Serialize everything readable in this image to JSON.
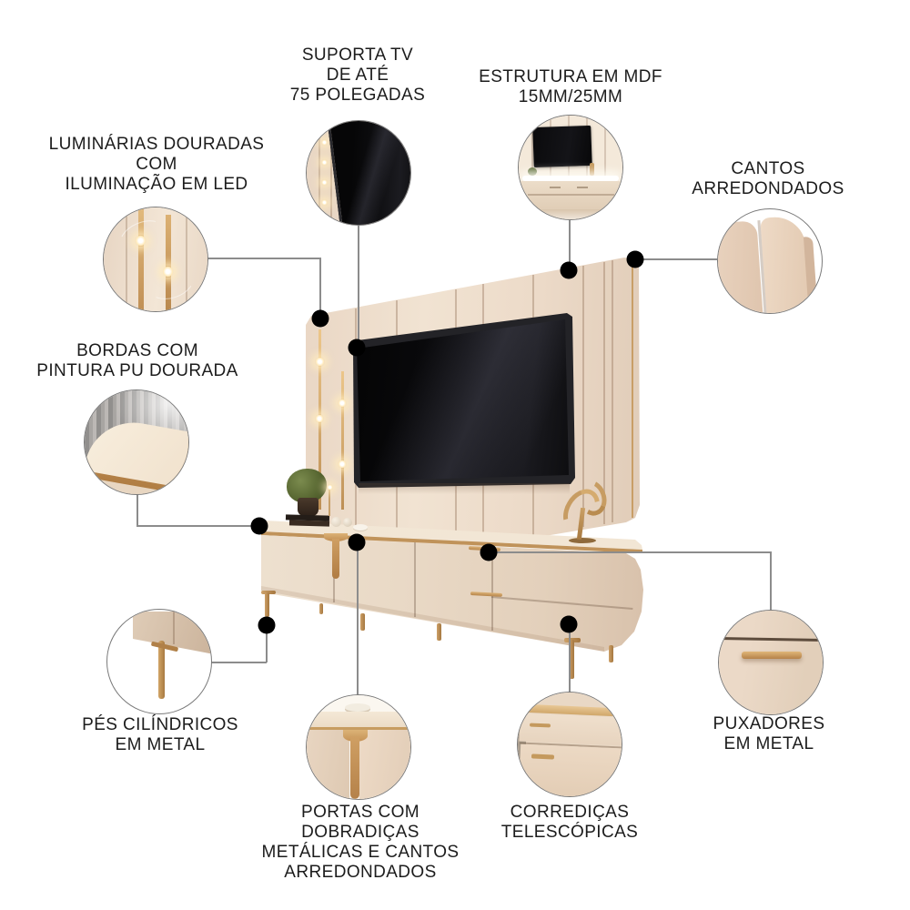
{
  "product": {
    "name": "painel-com-rack-para-tv",
    "colors": {
      "background": "#ffffff",
      "text": "#1c1c1c",
      "connector_line": "#8c8c8c",
      "connector_dot": "#000000",
      "panel_cream": "#ecdac8",
      "cabinet_cream": "#e6d5c2",
      "gold_accent": "#c49a62",
      "tv_black": "#0a0a0c"
    }
  },
  "callouts": {
    "suporta_tv": {
      "label": "SUPORTA TV\nDE ATÉ\n75 POLEGADAS"
    },
    "estrutura_mdf": {
      "label": "ESTRUTURA EM MDF\n15MM/25MM"
    },
    "luminarias": {
      "label": "LUMINÁRIAS DOURADAS\nCOM\nILUMINAÇÃO EM LED"
    },
    "cantos": {
      "label": "CANTOS\nARREDONDADOS"
    },
    "bordas": {
      "label": "BORDAS COM\nPINTURA PU DOURADA"
    },
    "pes": {
      "label": "PÉS CILÍNDRICOS\nEM METAL"
    },
    "portas": {
      "label": "PORTAS COM\nDOBRADIÇAS\nMETÁLICAS E CANTOS\nARREDONDADOS"
    },
    "corredicas": {
      "label": "CORREDIÇAS\nTELESCÓPICAS"
    },
    "puxadores": {
      "label": "PUXADORES\nEM METAL"
    }
  }
}
